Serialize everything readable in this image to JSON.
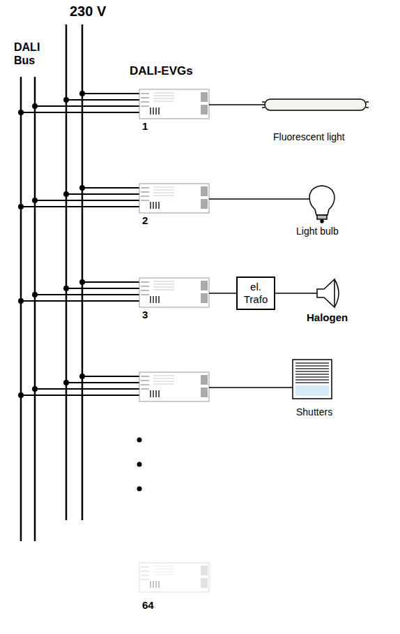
{
  "diagram": {
    "nodes": [
      {
        "text": [
          "el. Trafo"
        ]
      }
    ],
    "labels": [
      "230 V",
      "DALI Bus",
      "DALI-EVGs",
      "1",
      "Fluorescent light",
      "2",
      "Light bulb",
      "3",
      "Halogen",
      "Shutters",
      "64"
    ]
  }
}
